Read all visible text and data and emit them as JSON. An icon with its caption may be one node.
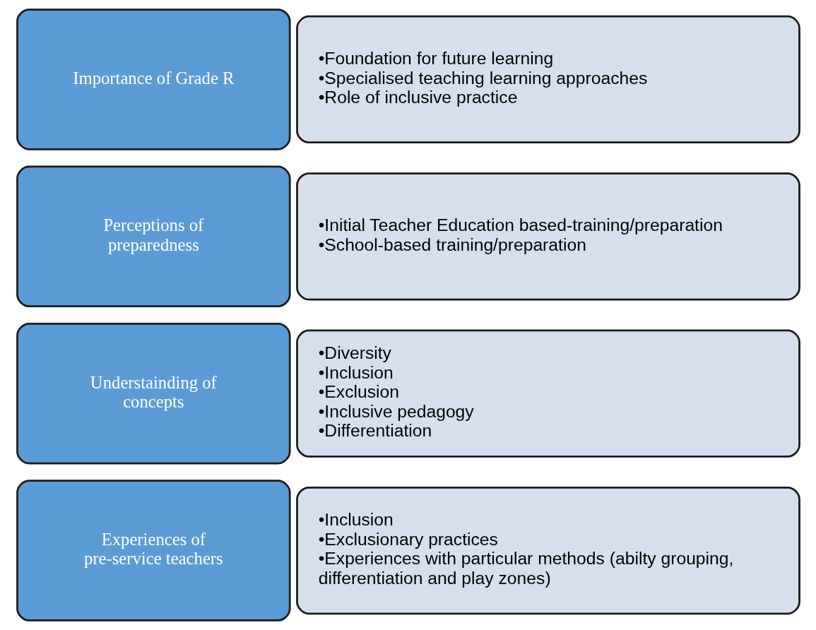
{
  "diagram": {
    "nodes": [
      {
        "text": [
          "Importance of Grade R"
        ]
      },
      {
        "text": [
          "•Foundation for future learning",
          "•Specialised teaching learning approaches",
          "•Role of inclusive practice"
        ]
      },
      {
        "text": [
          "Perceptions of preparedness"
        ]
      },
      {
        "text": [
          "•Initial Teacher Education based-training/preparation",
          "•School-based training/preparation"
        ]
      },
      {
        "text": [
          "Understainding of concepts"
        ]
      },
      {
        "text": [
          "•Diversity",
          "•Inclusion",
          "•Exclusion",
          "•Inclusive pedagogy",
          "•Differentiation"
        ]
      },
      {
        "text": [
          "Experiences of pre-service teachers"
        ]
      },
      {
        "text": [
          "•Inclusion",
          "•Exclusionary practices",
          "•Experiences with particular methods (abilty grouping, differentiation and play zones)"
        ]
      }
    ],
    "edges": []
  }
}
